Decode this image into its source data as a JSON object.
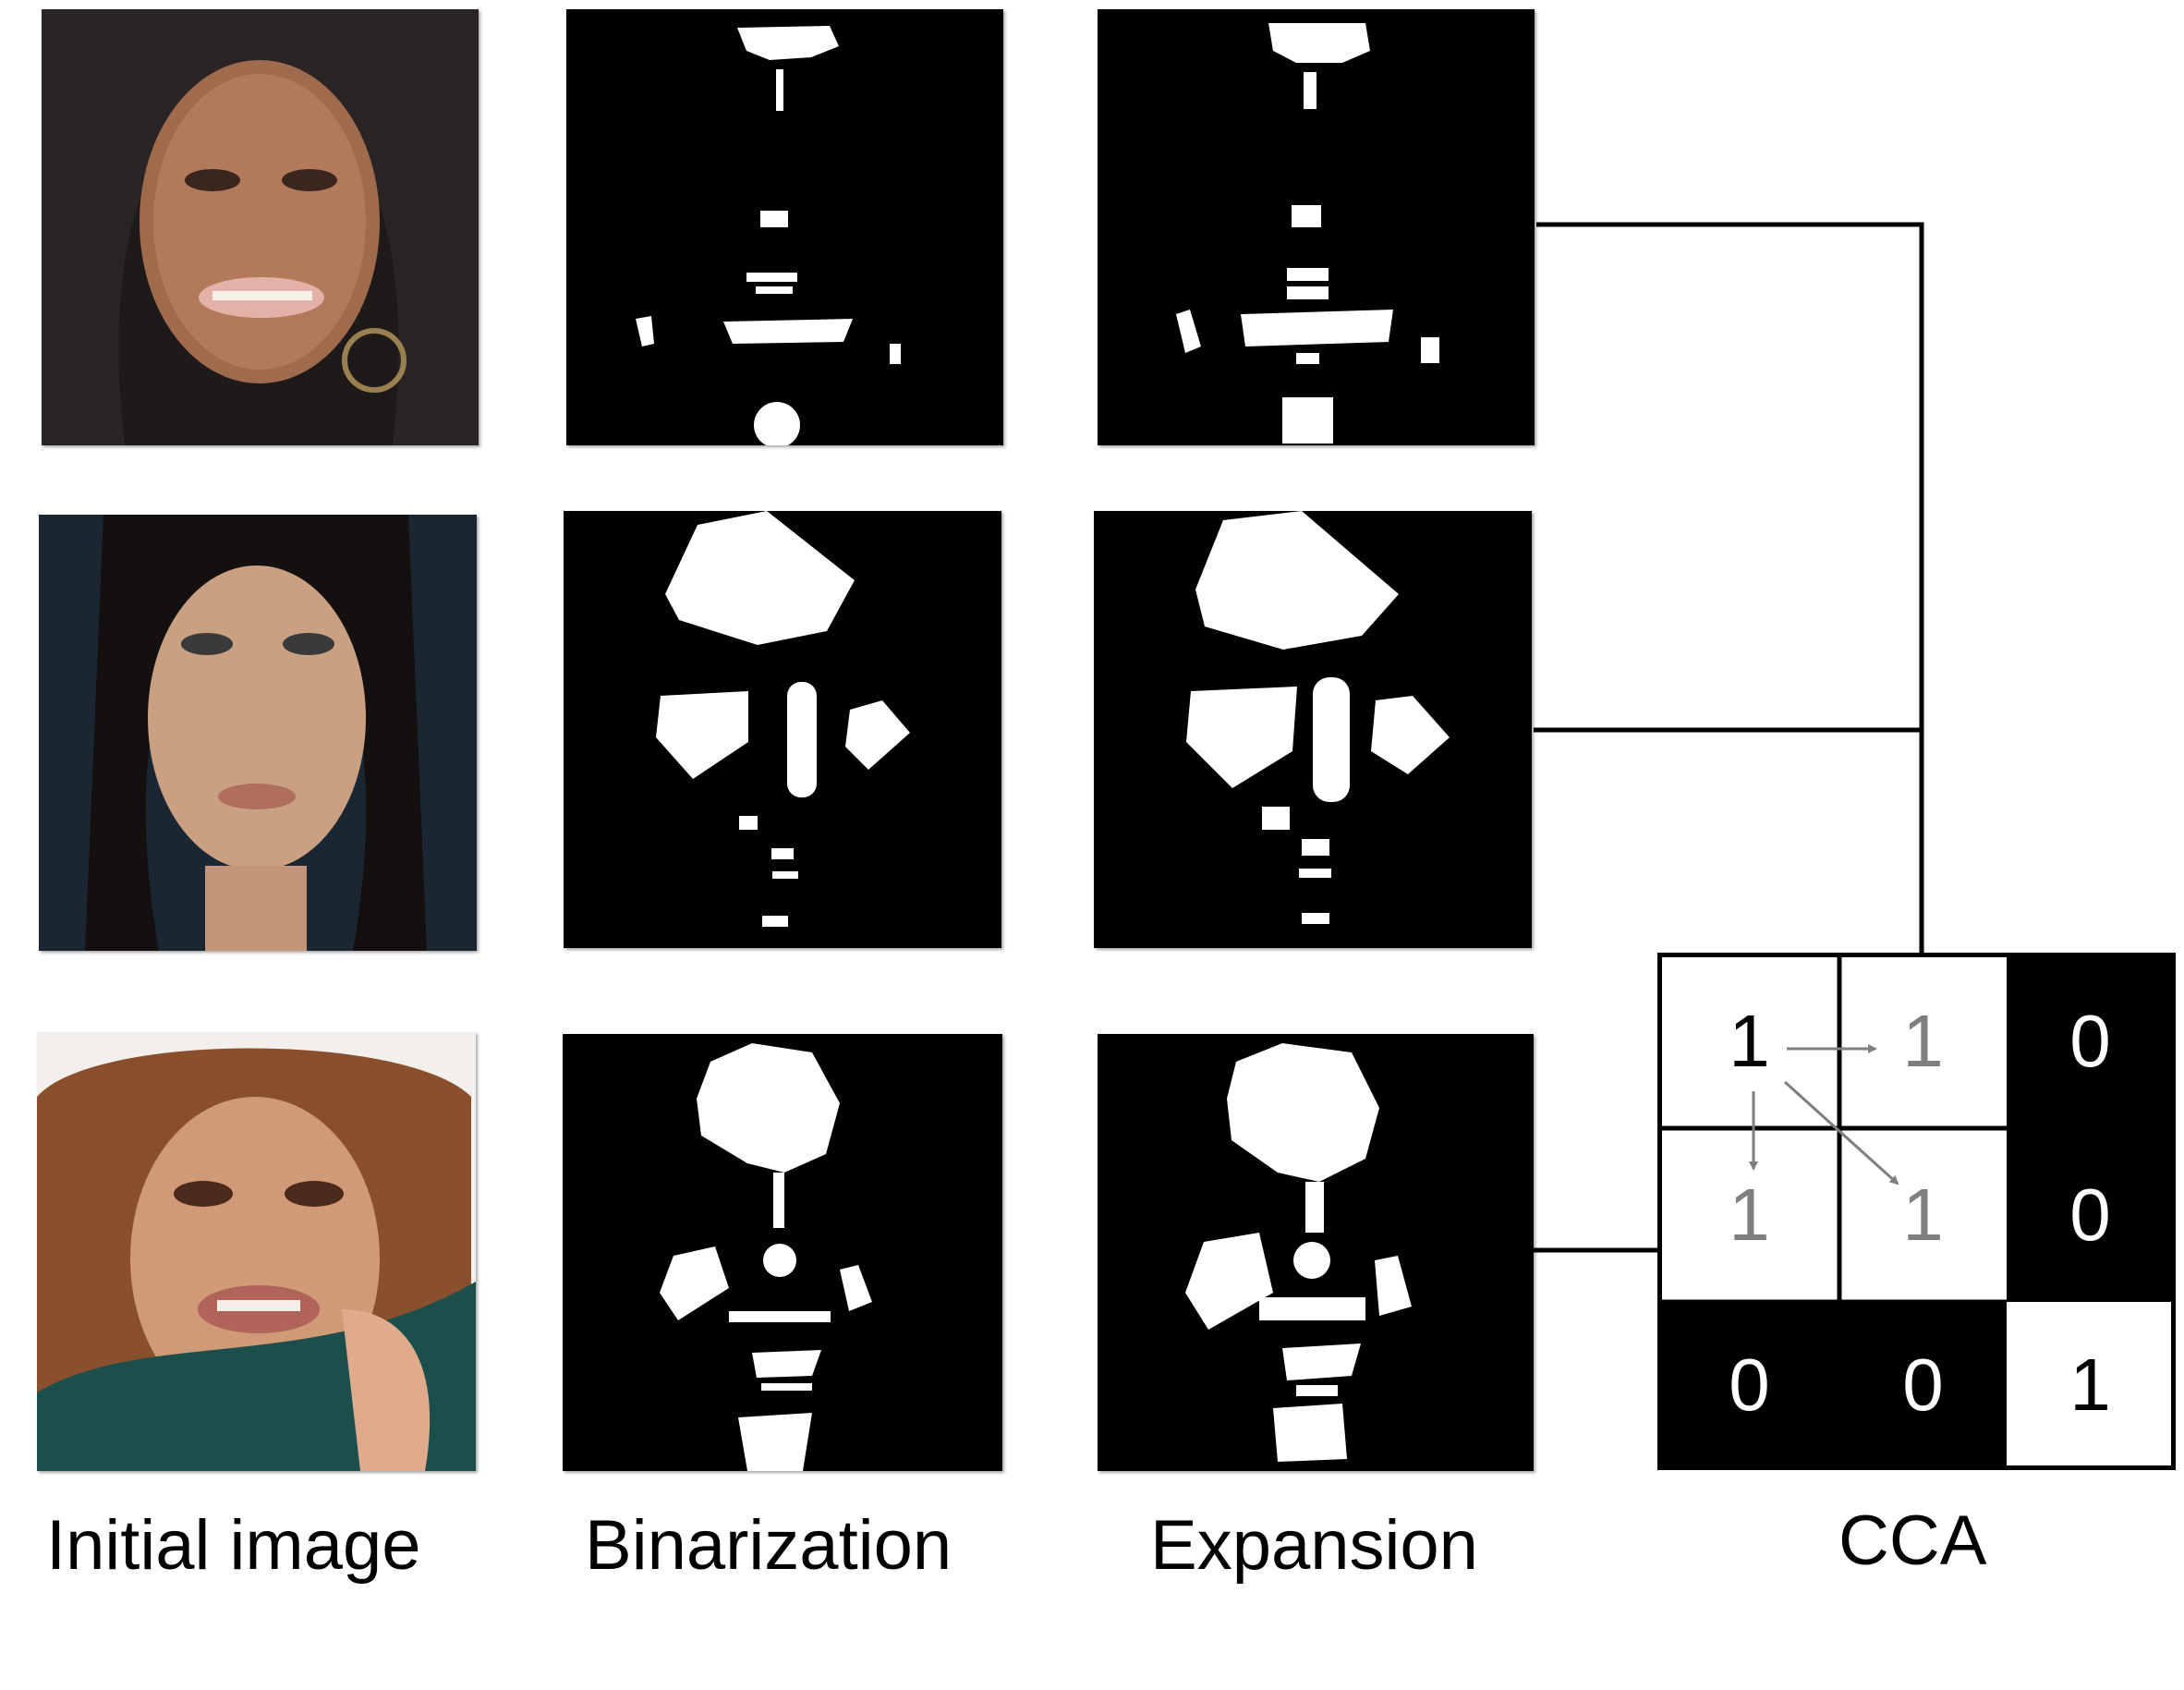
{
  "labels": {
    "initial": "Initial image",
    "binarization": "Binarization",
    "expansion": "Expansion",
    "cca": "CCA"
  },
  "colors": {
    "black": "#000000",
    "white": "#ffffff",
    "grey_text": "#7f7f7f",
    "arrow": "#7f7f7f"
  },
  "cca_grid": [
    [
      "1",
      "1",
      "0"
    ],
    [
      "1",
      "1",
      "0"
    ],
    [
      "0",
      "0",
      "1"
    ]
  ],
  "cca_cell_fill": [
    [
      "white",
      "white",
      "black"
    ],
    [
      "white",
      "white",
      "black"
    ],
    [
      "black",
      "black",
      "white"
    ]
  ],
  "cca_text_tone": [
    [
      "black",
      "grey",
      "white"
    ],
    [
      "grey",
      "grey",
      "white"
    ],
    [
      "white",
      "white",
      "black"
    ]
  ]
}
